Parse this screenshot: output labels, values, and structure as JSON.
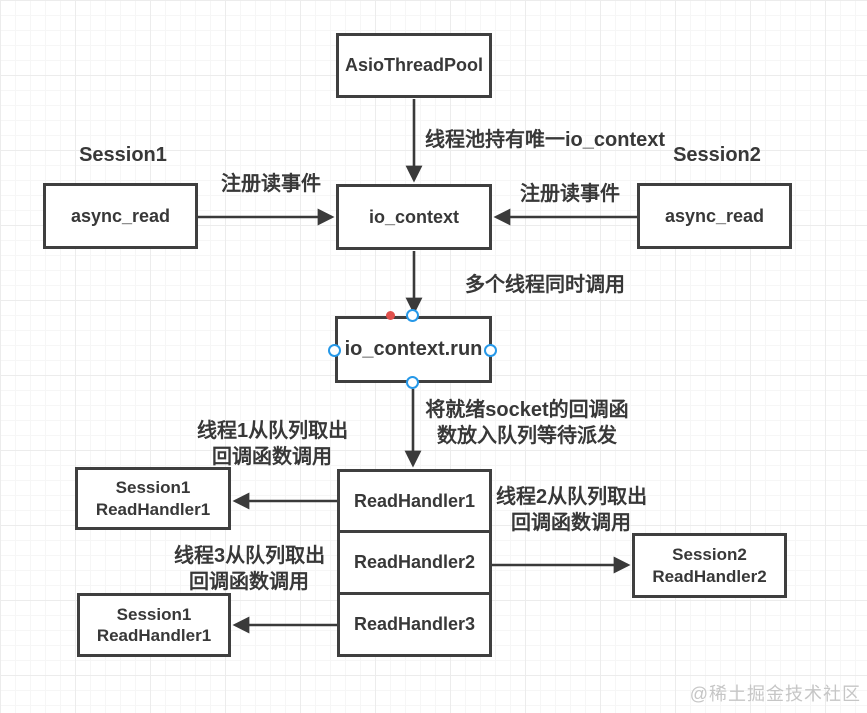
{
  "diagram": {
    "nodes": {
      "asio_thread_pool": "AsioThreadPool",
      "async_read_left": "async_read",
      "io_context": "io_context",
      "async_read_right": "async_read",
      "io_context_run": "io_context.run",
      "read_handler_1": "ReadHandler1",
      "read_handler_2": "ReadHandler2",
      "read_handler_3": "ReadHandler3",
      "session1_readhandler1_top": {
        "line1": "Session1",
        "line2": "ReadHandler1"
      },
      "session1_readhandler1_bottom": {
        "line1": "Session1",
        "line2": "ReadHandler1"
      },
      "session2_readhandler2": {
        "line1": "Session2",
        "line2": "ReadHandler2"
      }
    },
    "session_labels": {
      "session1": "Session1",
      "session2": "Session2"
    },
    "edge_labels": {
      "pool_owns_context": "线程池持有唯一io_context",
      "register_read_left": "注册读事件",
      "register_read_right": "注册读事件",
      "multi_thread_call": "多个线程同时调用",
      "dispatch": {
        "line1": "将就绪socket的回调函",
        "line2": "数放入队列等待派发"
      },
      "thread1": {
        "line1": "线程1从队列取出",
        "line2": "回调函数调用"
      },
      "thread2": {
        "line1": "线程2从队列取出",
        "line2": "回调函数调用"
      },
      "thread3": {
        "line1": "线程3从队列取出",
        "line2": "回调函数调用"
      }
    },
    "watermark": "@稀土掘金技术社区",
    "colors": {
      "node_border": "#3f3f3f",
      "text": "#383838",
      "arrow": "#3a3a3a",
      "handle_blue": "#2698e8",
      "handle_red": "#e0504c",
      "watermark": "#c6c6c6",
      "grid_minor": "#f6f6f6",
      "grid_major": "#ececec"
    }
  }
}
